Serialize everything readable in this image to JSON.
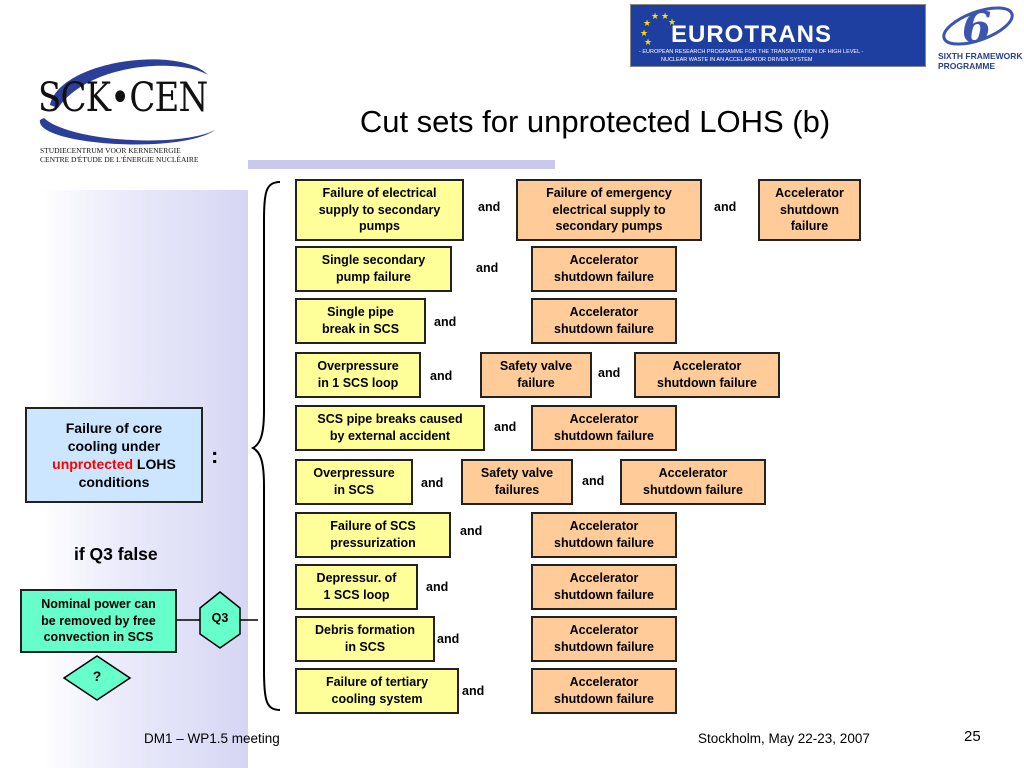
{
  "header": {
    "logo_main": "SCK•CEN",
    "logo_line1": "STUDIECENTRUM VOOR KERNENERGIE",
    "logo_line2": "CENTRE D'ÉTUDE DE L'ÉNERGIE NUCLÉAIRE",
    "eurotrans_title": "EUROTRANS",
    "eurotrans_sub1": "- EUROPEAN RESEARCH PROGRAMME FOR THE TRANSMUTATION OF HIGH LEVEL -",
    "eurotrans_sub2": "NUCLEAR WASTE IN AN ACCELARATOR DRIVEN SYSTEM",
    "fp_line1": "SIXTH FRAMEWORK",
    "fp_line2": "PROGRAMME"
  },
  "title": "Cut sets for unprotected LOHS (b)",
  "left": {
    "top_event_line1": "Failure of core",
    "top_event_line2": "cooling under",
    "top_event_red": "unprotected",
    "top_event_after_red": " LOHS",
    "top_event_line4": "conditions",
    "colon": ":",
    "condition": "if Q3 false",
    "nominal_line1": "Nominal power can",
    "nominal_line2": "be removed by free",
    "nominal_line3": "convection in SCS",
    "q3": "Q3",
    "question": "?"
  },
  "connector": "and",
  "rows": [
    {
      "boxes": [
        {
          "l1": "Failure of electrical",
          "l2": "supply to secondary",
          "l3": "pumps"
        },
        {
          "l1": "Failure of emergency",
          "l2": "electrical supply to",
          "l3": "secondary pumps"
        },
        {
          "l1": "Accelerator",
          "l2": "shutdown",
          "l3": "failure"
        }
      ]
    },
    {
      "boxes": [
        {
          "l1": "Single secondary",
          "l2": "pump failure"
        },
        {
          "l1": "Accelerator",
          "l2": "shutdown failure"
        }
      ]
    },
    {
      "boxes": [
        {
          "l1": "Single pipe",
          "l2": "break in SCS"
        },
        {
          "l1": "Accelerator",
          "l2": "shutdown failure"
        }
      ]
    },
    {
      "boxes": [
        {
          "l1": "Overpressure",
          "l2": "in 1 SCS loop"
        },
        {
          "l1": "Safety valve",
          "l2": "failure"
        },
        {
          "l1": "Accelerator",
          "l2": "shutdown failure"
        }
      ]
    },
    {
      "boxes": [
        {
          "l1": "SCS pipe breaks caused",
          "l2": "by external accident"
        },
        {
          "l1": "Accelerator",
          "l2": "shutdown failure"
        }
      ]
    },
    {
      "boxes": [
        {
          "l1": "Overpressure",
          "l2": "in SCS"
        },
        {
          "l1": "Safety valve",
          "l2": "failures"
        },
        {
          "l1": "Accelerator",
          "l2": "shutdown failure"
        }
      ]
    },
    {
      "boxes": [
        {
          "l1": "Failure of  SCS",
          "l2": "pressurization"
        },
        {
          "l1": "Accelerator",
          "l2": "shutdown failure"
        }
      ]
    },
    {
      "boxes": [
        {
          "l1": "Depressur. of",
          "l2": "1 SCS loop"
        },
        {
          "l1": "Accelerator",
          "l2": "shutdown failure"
        }
      ]
    },
    {
      "boxes": [
        {
          "l1": "Debris formation",
          "l2": "in SCS"
        },
        {
          "l1": "Accelerator",
          "l2": "shutdown failure"
        }
      ]
    },
    {
      "boxes": [
        {
          "l1": "Failure of  tertiary",
          "l2": "cooling system"
        },
        {
          "l1": "Accelerator",
          "l2": "shutdown failure"
        }
      ]
    }
  ],
  "footer": {
    "left": "DM1 – WP1.5 meeting",
    "right": "Stockholm, May 22-23, 2007",
    "page": "25"
  },
  "colors": {
    "yellow_box": "#ffff99",
    "orange_box": "#ffcc99",
    "top_event_box": "#cce6ff",
    "green_box": "#66ffcc",
    "red_text": "#ff0000",
    "eurotrans_bg": "#1f3fa0"
  }
}
